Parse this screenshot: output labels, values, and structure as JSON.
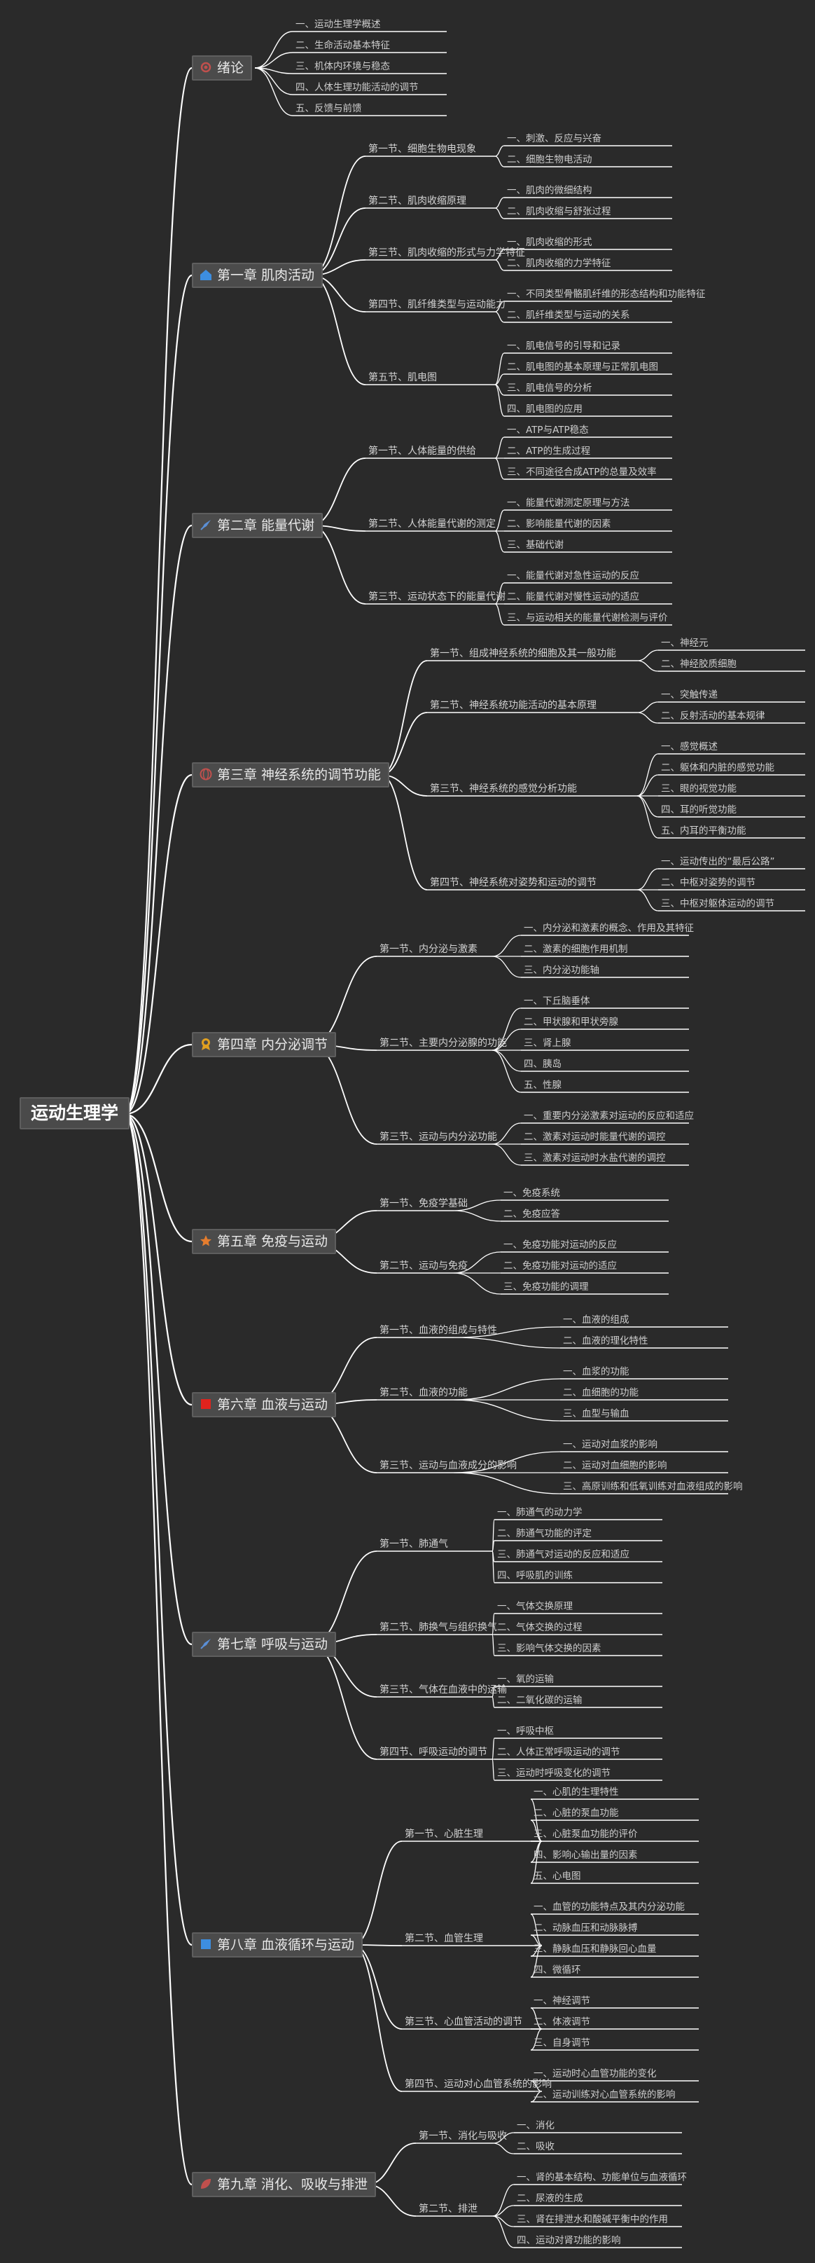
{
  "root": "运动生理学",
  "chapters": [
    {
      "title": "绪论",
      "icon": "gear-icon",
      "color": "#c0504d",
      "leaves": [
        "一、运动生理学概述",
        "二、生命活动基本特征",
        "三、机体内环境与稳态",
        "四、人体生理功能活动的调节",
        "五、反馈与前馈"
      ]
    },
    {
      "title": "第一章 肌肉活动",
      "icon": "house-icon",
      "color": "#3d8ee0",
      "sections": [
        {
          "title": "第一节、细胞生物电现象",
          "items": [
            "一、刺激、反应与兴奋",
            "二、细胞生物电活动"
          ]
        },
        {
          "title": "第二节、肌肉收缩原理",
          "items": [
            "一、肌肉的微细结构",
            "二、肌肉收缩与舒张过程"
          ]
        },
        {
          "title": "第三节、肌肉收缩的形式与力学特征",
          "items": [
            "一、肌肉收缩的形式",
            "二、肌肉收缩的力学特征"
          ]
        },
        {
          "title": "第四节、肌纤维类型与运动能力",
          "items": [
            "一、不同类型骨骼肌纤维的形态结构和功能特征",
            "二、肌纤维类型与运动的关系"
          ]
        },
        {
          "title": "第五节、肌电图",
          "items": [
            "一、肌电信号的引导和记录",
            "二、肌电图的基本原理与正常肌电图",
            "三、肌电信号的分析",
            "四、肌电图的应用"
          ]
        }
      ]
    },
    {
      "title": "第二章 能量代谢",
      "icon": "rocket-icon",
      "color": "#5b8fd6",
      "sections": [
        {
          "title": "第一节、人体能量的供给",
          "items": [
            "一、ATP与ATP稳态",
            "二、ATP的生成过程",
            "三、不同途径合成ATP的总量及效率"
          ]
        },
        {
          "title": "第二节、人体能量代谢的测定",
          "items": [
            "一、能量代谢测定原理与方法",
            "二、影响能量代谢的因素",
            "三、基础代谢"
          ]
        },
        {
          "title": "第三节、运动状态下的能量代谢",
          "items": [
            "一、能量代谢对急性运动的反应",
            "二、能量代谢对慢性运动的适应",
            "三、与运动相关的能量代谢检测与评价"
          ]
        }
      ]
    },
    {
      "title": "第三章 神经系统的调节功能",
      "icon": "globe-icon",
      "color": "#c0504d",
      "sections": [
        {
          "title": "第一节、组成神经系统的细胞及其一般功能",
          "items": [
            "一、神经元",
            "二、神经胶质细胞"
          ]
        },
        {
          "title": "第二节、神经系统功能活动的基本原理",
          "items": [
            "一、突触传递",
            "二、反射活动的基本规律"
          ]
        },
        {
          "title": "第三节、神经系统的感觉分析功能",
          "items": [
            "一、感觉概述",
            "二、躯体和内脏的感觉功能",
            "三、眼的视觉功能",
            "四、耳的听觉功能",
            "五、内耳的平衡功能"
          ]
        },
        {
          "title": "第四节、神经系统对姿势和运动的调节",
          "items": [
            "一、运动传出的“最后公路”",
            "二、中枢对姿势的调节",
            "三、中枢对躯体运动的调节"
          ]
        }
      ]
    },
    {
      "title": "第四章 内分泌调节",
      "icon": "badge-icon",
      "color": "#e0a020",
      "sections": [
        {
          "title": "第一节、内分泌与激素",
          "items": [
            "一、内分泌和激素的概念、作用及其特征",
            "二、激素的细胞作用机制",
            "三、内分泌功能轴"
          ]
        },
        {
          "title": "第二节、主要内分泌腺的功能",
          "items": [
            "一、下丘脑垂体",
            "二、甲状腺和甲状旁腺",
            "三、肾上腺",
            "四、胰岛",
            "五、性腺"
          ]
        },
        {
          "title": "第三节、运动与内分泌功能",
          "items": [
            "一、重要内分泌激素对运动的反应和适应",
            "二、激素对运动时能量代谢的调控",
            "三、激素对运动时水盐代谢的调控"
          ]
        }
      ]
    },
    {
      "title": "第五章 免疫与运动",
      "icon": "star-icon",
      "color": "#e57d2e",
      "sections": [
        {
          "title": "第一节、免疫学基础",
          "items": [
            "一、免疫系统",
            "二、免疫应答"
          ]
        },
        {
          "title": "第二节、运动与免疫",
          "items": [
            "一、免疫功能对运动的反应",
            "二、免疫功能对运动的适应",
            "三、免疫功能的调理"
          ]
        }
      ]
    },
    {
      "title": "第六章 血液与运动",
      "icon": "square-icon",
      "color": "#e0231d",
      "sections": [
        {
          "title": "第一节、血液的组成与特性",
          "items": [
            "一、血液的组成",
            "二、血液的理化特性"
          ]
        },
        {
          "title": "第二节、血液的功能",
          "items": [
            "一、血浆的功能",
            "二、血细胞的功能",
            "三、血型与输血"
          ]
        },
        {
          "title": "第三节、运动与血液成分的影响",
          "items": [
            "一、运动对血浆的影响",
            "二、运动对血细胞的影响",
            "三、高原训练和低氧训练对血液组成的影响"
          ]
        }
      ]
    },
    {
      "title": "第七章 呼吸与运动",
      "icon": "rocket-icon",
      "color": "#5b8fd6",
      "sections": [
        {
          "title": "第一节、肺通气",
          "items": [
            "一、肺通气的动力学",
            "二、肺通气功能的评定",
            "三、肺通气对运动的反应和适应",
            "四、呼吸肌的训练"
          ]
        },
        {
          "title": "第二节、肺换气与组织换气",
          "items": [
            "一、气体交换原理",
            "二、气体交换的过程",
            "三、影响气体交换的因素"
          ]
        },
        {
          "title": "第三节、气体在血液中的运输",
          "items": [
            "一、氧的运输",
            "二、二氧化碳的运输"
          ]
        },
        {
          "title": "第四节、呼吸运动的调节",
          "items": [
            "一、呼吸中枢",
            "二、人体正常呼吸运动的调节",
            "三、运动时呼吸变化的调节"
          ]
        }
      ]
    },
    {
      "title": "第八章 血液循环与运动",
      "icon": "square-icon",
      "color": "#3d8ee0",
      "sections": [
        {
          "title": "第一节、心脏生理",
          "items": [
            "一、心肌的生理特性",
            "二、心脏的泵血功能",
            "三、心脏泵血功能的评价",
            "四、影响心输出量的因素",
            "五、心电图"
          ]
        },
        {
          "title": "第二节、血管生理",
          "items": [
            "一、血管的功能特点及其内分泌功能",
            "二、动脉血压和动脉脉搏",
            "三、静脉血压和静脉回心血量",
            "四、微循环"
          ]
        },
        {
          "title": "第三节、心血管活动的调节",
          "items": [
            "一、神经调节",
            "二、体液调节",
            "三、自身调节"
          ]
        },
        {
          "title": "第四节、运动对心血管系统的影响",
          "items": [
            "一、运动时心血管功能的变化",
            "二、运动训练对心血管系统的影响"
          ]
        }
      ]
    },
    {
      "title": "第九章 消化、吸收与排泄",
      "icon": "leaf-icon",
      "color": "#c0504d",
      "sections": [
        {
          "title": "第一节、消化与吸收",
          "items": [
            "一、消化",
            "二、吸收"
          ]
        },
        {
          "title": "第二节、排泄",
          "items": [
            "一、肾的基本结构、功能单位与血液循环",
            "二、尿液的生成",
            "三、肾在排泄水和酸碱平衡中的作用",
            "四、运动对肾功能的影响"
          ]
        }
      ]
    }
  ]
}
